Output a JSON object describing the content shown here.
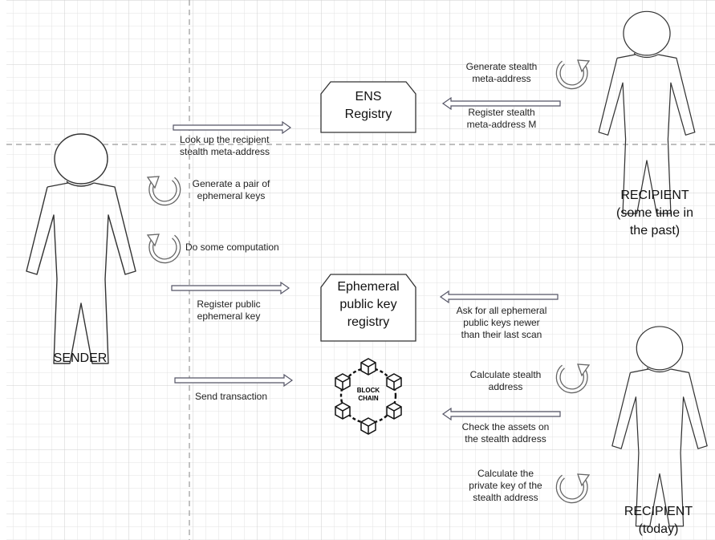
{
  "actors": {
    "sender": "SENDER",
    "recipient_past_line1": "RECIPIENT",
    "recipient_past_line2": "(some time in",
    "recipient_past_line3": "the past)",
    "recipient_today_line1": "RECIPIENT",
    "recipient_today_line2": "(today)"
  },
  "nodes": {
    "ens_line1": "ENS",
    "ens_line2": "Registry",
    "ephemeral_line1": "Ephemeral",
    "ephemeral_line2": "public key",
    "ephemeral_line3": "registry",
    "blockchain_line1": "BLOCK",
    "blockchain_line2": "CHAIN"
  },
  "steps": {
    "generate_meta_1": "Generate stealth",
    "generate_meta_2": "meta-address",
    "register_meta_1": "Register stealth",
    "register_meta_2": "meta-address M",
    "lookup_1": "Look up the recipient",
    "lookup_2": "stealth meta-address",
    "gen_keys_1": "Generate a pair of",
    "gen_keys_2": "ephemeral keys",
    "computation": "Do some computation",
    "register_pub_1": "Register public",
    "register_pub_2": "ephemeral key",
    "ask_1": "Ask for all ephemeral",
    "ask_2": "public keys newer",
    "ask_3": "than their last scan",
    "calc_addr_1": "Calculate stealth",
    "calc_addr_2": "address",
    "send_tx": "Send transaction",
    "check_1": "Check the assets on",
    "check_2": "the stealth address",
    "calc_priv_1": "Calculate the",
    "calc_priv_2": "private key of the",
    "calc_priv_3": "stealth address"
  }
}
